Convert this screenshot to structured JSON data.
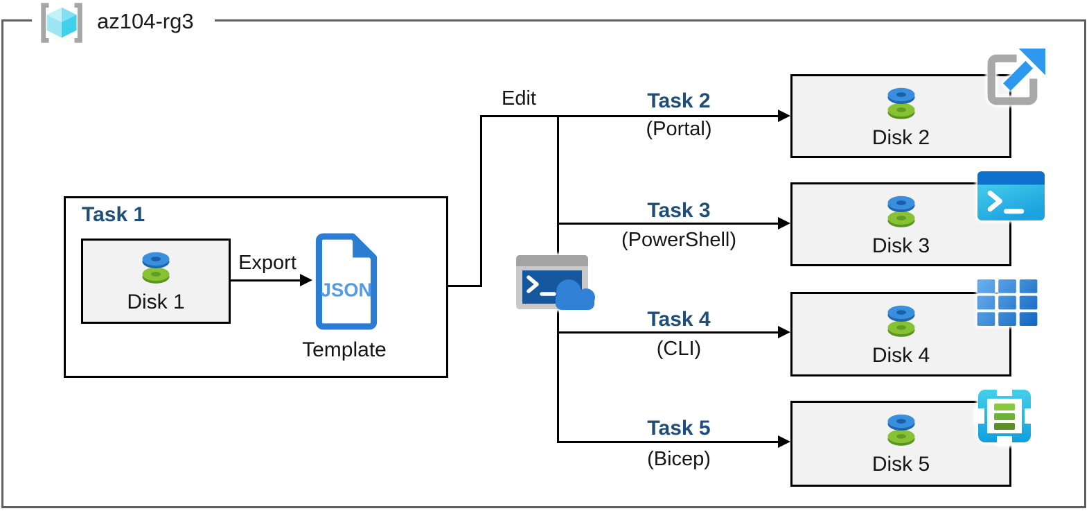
{
  "resource_group": {
    "name": "az104-rg3"
  },
  "task1": {
    "title": "Task 1",
    "disk": {
      "label": "Disk 1"
    },
    "export_arrow_label": "Export",
    "template": {
      "file_type": "JSON",
      "label": "Template"
    }
  },
  "edit_label": "Edit",
  "tasks": [
    {
      "title": "Task 2",
      "method": "(Portal)",
      "disk": {
        "label": "Disk 2"
      },
      "tool_icon": "portal-launch-icon"
    },
    {
      "title": "Task 3",
      "method": "(PowerShell)",
      "disk": {
        "label": "Disk 3"
      },
      "tool_icon": "powershell-icon"
    },
    {
      "title": "Task 4",
      "method": "(CLI)",
      "disk": {
        "label": "Disk 4"
      },
      "tool_icon": "cli-grid-icon"
    },
    {
      "title": "Task 5",
      "method": "(Bicep)",
      "disk": {
        "label": "Disk 5"
      },
      "tool_icon": "bicep-template-icon"
    }
  ],
  "icons": {
    "resource_group": "resource-group-icon",
    "disk": "managed-disk-icon",
    "cloud_shell": "cloud-shell-icon",
    "json_template": "json-template-icon"
  },
  "colors": {
    "task_title": "#1F4E79",
    "outer_border": "#5f5f5f",
    "disk_box_fill": "#F2F2F2",
    "connector": "#000000",
    "json_blue": "#2B7CD3",
    "json_text_blue": "#549BE3",
    "disk_blue": "#3A8EDE",
    "disk_green": "#86C232"
  }
}
